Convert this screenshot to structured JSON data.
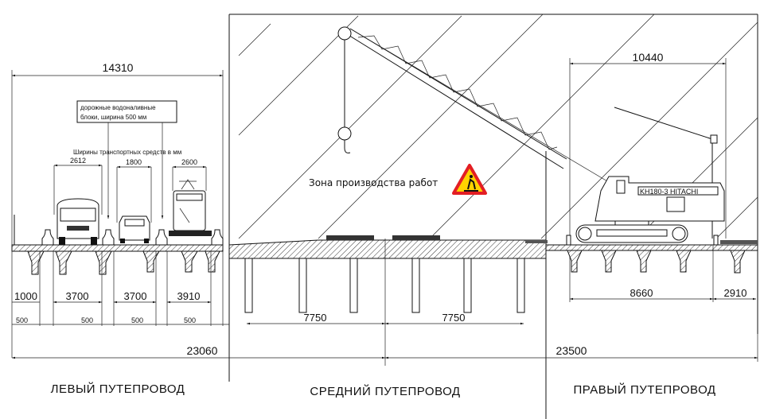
{
  "labels": {
    "left_overpass": "ЛЕВЫЙ ПУТЕПРОВОД",
    "middle_overpass": "СРЕДНИЙ ПУТЕПРОВОД",
    "right_overpass": "ПРАВЫЙ ПУТЕПРОВОД",
    "work_zone": "Зона производства работ",
    "water_blocks_line1": "дорожные водоналивные",
    "water_blocks_line2": "блоки, ширина 500 мм",
    "vehicle_widths": "Ширины транспортных средств в мм",
    "crane_model": "KH180-3 HITACHI"
  },
  "dimensions": {
    "left_total": "14310",
    "right_top": "10440",
    "truck_width": "2612",
    "car_width": "1800",
    "tram_width": "2600",
    "sidewalk": "1000",
    "lane1": "3700",
    "lane2": "3700",
    "lane3": "3910",
    "block1": "500",
    "block2": "500",
    "block3": "500",
    "block4": "500",
    "middle_left": "7750",
    "middle_right": "7750",
    "right_lane": "8660",
    "right_edge": "2910",
    "total_left": "23060",
    "total_right": "23500"
  },
  "colors": {
    "sign_red": "#e31e24",
    "sign_yellow": "#ffd200"
  }
}
